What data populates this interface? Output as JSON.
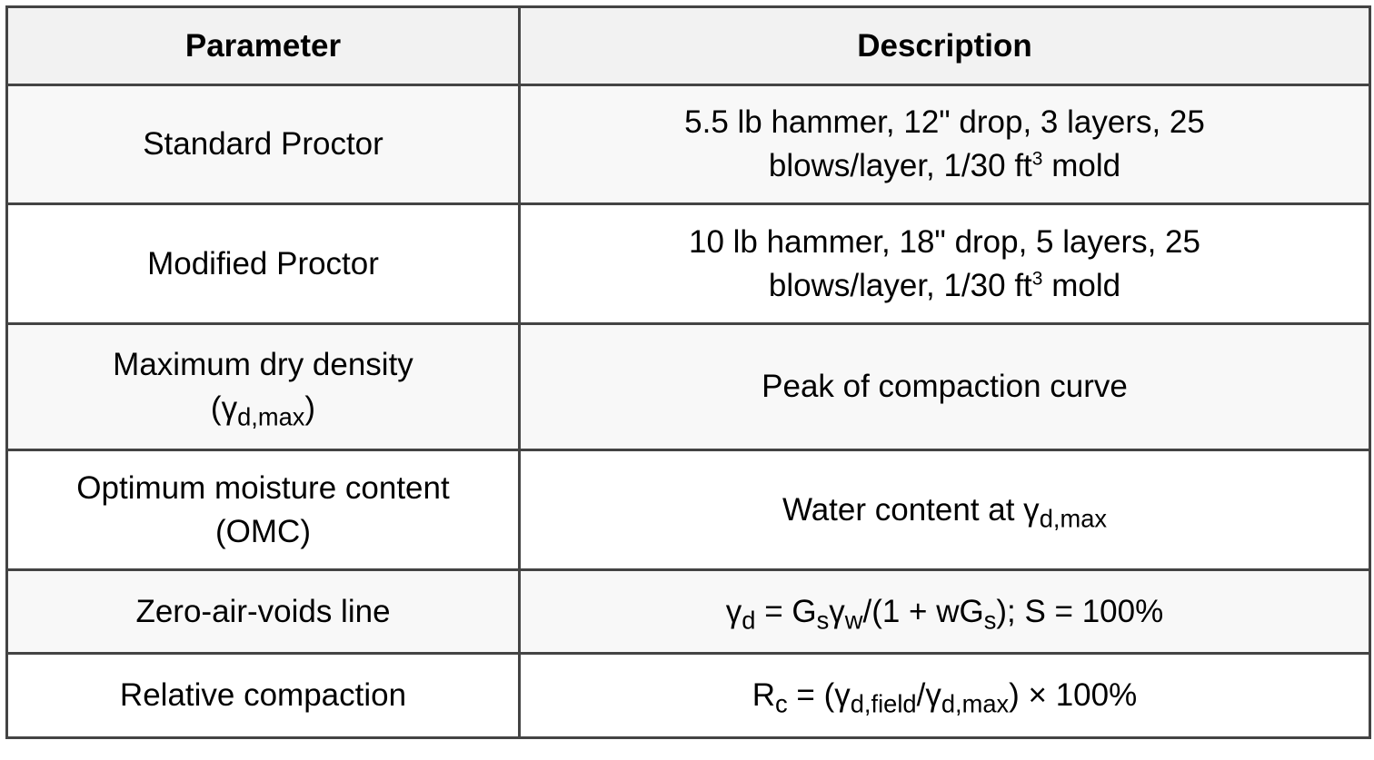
{
  "table": {
    "headers": [
      "Parameter",
      "Description"
    ],
    "rows": [
      {
        "parameter": "Standard Proctor",
        "description": {
          "line1": "5.5 lb hammer, 12\" drop, 3 layers, 25",
          "line2_pre": "blows/layer, 1/30 ft",
          "line2_sup": "3",
          "line2_post": " mold"
        }
      },
      {
        "parameter": "Modified Proctor",
        "description": {
          "line1": "10 lb hammer, 18\" drop, 5 layers, 25",
          "line2_pre": "blows/layer, 1/30 ft",
          "line2_sup": "3",
          "line2_post": " mold"
        }
      },
      {
        "parameter": {
          "line1": "Maximum dry density",
          "line2_open": "(γ",
          "line2_sub": "d,max",
          "line2_close": ")"
        },
        "description": "Peak of compaction curve"
      },
      {
        "parameter": {
          "line1": "Optimum moisture content",
          "line2": "(OMC)"
        },
        "description": {
          "pre": "Water content at γ",
          "sub": "d,max"
        }
      },
      {
        "parameter": "Zero-air-voids line",
        "description": {
          "p1": "γ",
          "s1": "d",
          "p2": " = G",
          "s2": "s",
          "p3": "γ",
          "s3": "w",
          "p4": "/(1 + wG",
          "s4": "s",
          "p5": "); S = 100%"
        }
      },
      {
        "parameter": "Relative compaction",
        "description": {
          "p1": "R",
          "s1": "c",
          "p2": " = (γ",
          "s2": "d,field",
          "p3": "/γ",
          "s3": "d,max",
          "p4": ") × 100%"
        }
      }
    ]
  },
  "colors": {
    "border": "#444444",
    "header_bg": "#f2f2f2",
    "shaded_row_bg": "#f8f8f8",
    "plain_row_bg": "#ffffff",
    "text": "#000000"
  }
}
